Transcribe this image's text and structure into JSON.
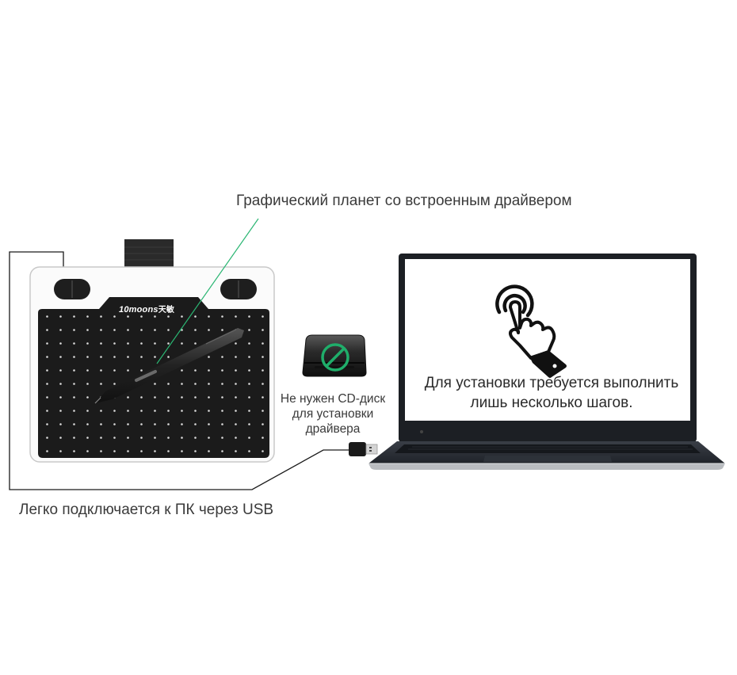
{
  "callouts": {
    "driver": "Графический планет со встроенным драйвером",
    "cd": [
      "Не нужен CD-диск",
      "для установки",
      "драйвера"
    ],
    "usb": "Легко подключается к ПК через USB"
  },
  "tablet": {
    "brand": "10moons",
    "brand_cjk": "天敏"
  },
  "laptop": {
    "screen_lines": [
      "Для установки требуется выполнить",
      "лишь несколько шагов."
    ],
    "icon": "touch-hand-icon"
  },
  "icons": [
    "cd-drive-icon",
    "no-symbol-icon",
    "usb-plug-icon",
    "stylus-pen",
    "touch-hand-icon"
  ],
  "colors": {
    "green_line": "#2bb673",
    "no_symbol": "#1fae6a",
    "tablet_surface": "#1b1b1b",
    "text": "#3a3a3a"
  }
}
